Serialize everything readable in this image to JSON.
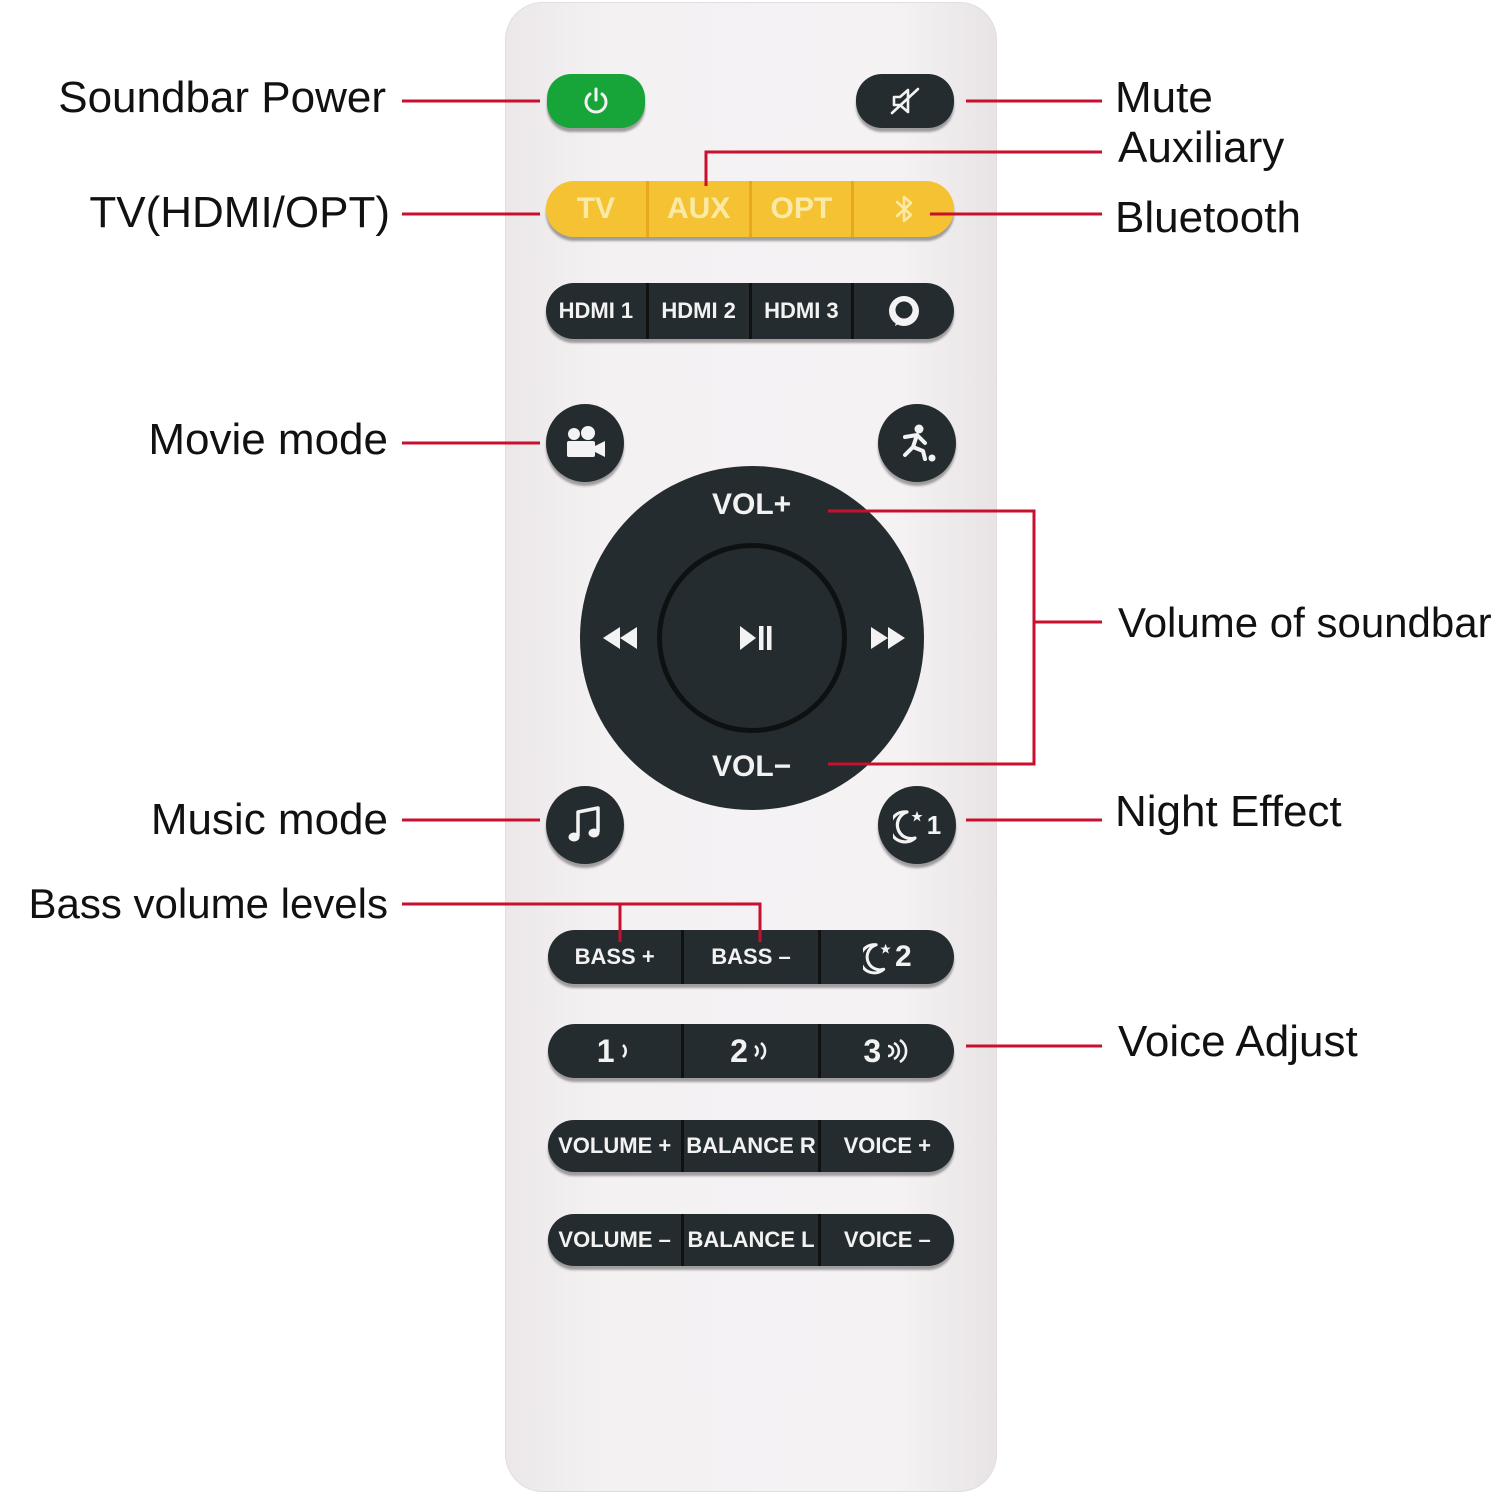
{
  "labels": {
    "soundbar_power": "Soundbar Power",
    "mute": "Mute",
    "auxiliary": "Auxiliary",
    "tv": "TV(HDMI/OPT)",
    "bluetooth": "Bluetooth",
    "movie_mode": "Movie mode",
    "volume_of_soundbar": "Volume of soundbar",
    "music_mode": "Music mode",
    "night_effect": "Night Effect",
    "bass_volume_levels": "Bass volume levels",
    "voice_adjust": "Voice Adjust"
  },
  "remote": {
    "source_row": [
      "TV",
      "AUX",
      "OPT"
    ],
    "hdmi_row": [
      "HDMI 1",
      "HDMI 2",
      "HDMI 3"
    ],
    "vol_plus": "VOL+",
    "vol_minus": "VOL−",
    "bass_row": [
      "BASS +",
      "BASS –"
    ],
    "night2_digit": "2",
    "night1_digit": "1",
    "voice_row": [
      "1",
      "2",
      "3"
    ],
    "row_plus": [
      "VOLUME +",
      "BALANCE R",
      "VOICE +"
    ],
    "row_minus": [
      "VOLUME –",
      "BALANCE L",
      "VOICE –"
    ]
  },
  "colors": {
    "leader_line": "#c8102e",
    "button_dark": "#252c2f",
    "button_yellow": "#f4c232",
    "button_green": "#17a53a",
    "remote_body": "#f4f1f3"
  },
  "icons": [
    "power-icon",
    "mute-icon",
    "bluetooth-icon",
    "alexa-ring-icon",
    "movie-camera-icon",
    "sports-kick-icon",
    "rewind-icon",
    "play-pause-icon",
    "fast-forward-icon",
    "music-note-icon",
    "moon-star-icon"
  ]
}
